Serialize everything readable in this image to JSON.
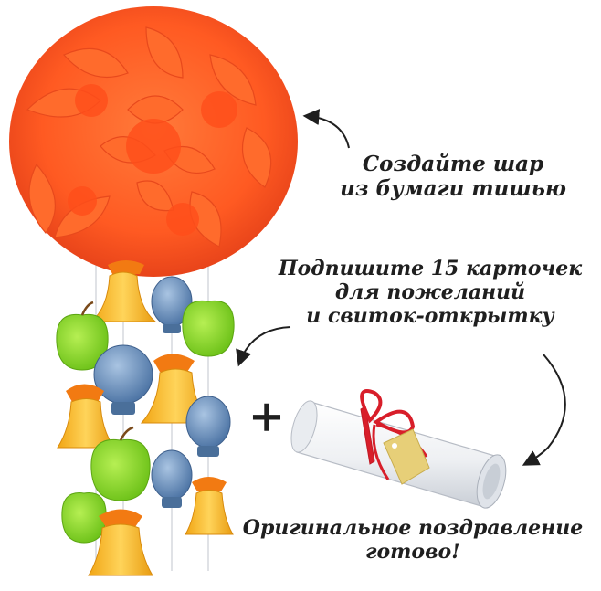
{
  "captions": {
    "pompom": [
      "Создайте шар",
      "из бумаги тишью"
    ],
    "cards": [
      "Подпишите 15 карточек",
      "для пожеланий",
      "и свиток-открытку"
    ],
    "result": [
      "Оригинальное поздравление",
      "готово!"
    ]
  },
  "plus_sign": "+",
  "illustrations": {
    "pompom": "orange-tissue-paper-pompom",
    "mobile": "hanging-mobile-bells-apples-globes",
    "scroll": "rolled-scroll-with-red-ribbon-and-tag"
  },
  "colors": {
    "pompom": "#ff5a22",
    "bell": "#f6b21f",
    "bow": "#f27a12",
    "apple": "#8ed62a",
    "globe": "#6f93bd",
    "ribbon": "#d81e2a",
    "tag": "#e7cf78",
    "text": "#1f1f1f"
  }
}
